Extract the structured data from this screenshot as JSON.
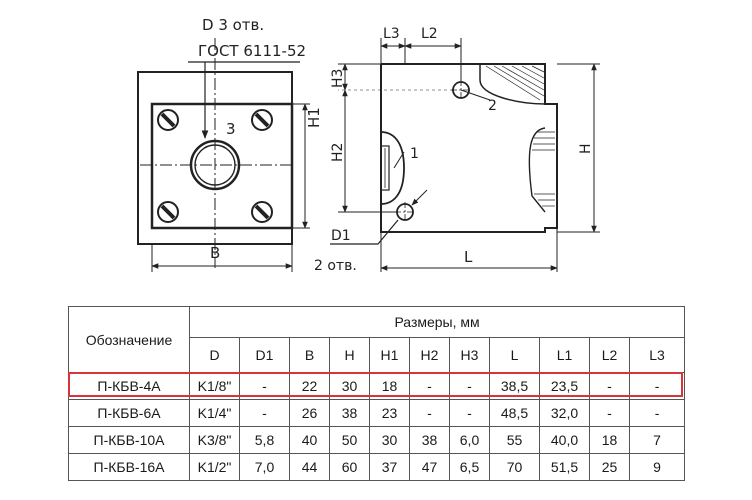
{
  "drawing": {
    "callout_holes": "D 3 отв.",
    "callout_gost": "ГОСТ 6111-52",
    "port_3": "3",
    "label_H1_left": "H1",
    "label_B": "B",
    "label_L3": "L3",
    "label_L2": "L2",
    "label_H3": "H3",
    "label_H2": "H2",
    "label_H": "H",
    "label_L": "L",
    "label_D1": "D1",
    "label_2holes": "2 отв.",
    "port_1": "1",
    "port_2": "2"
  },
  "table": {
    "designation_header": "Обозначение",
    "dimensions_header": "Размеры, мм",
    "columns": [
      "D",
      "D1",
      "B",
      "H",
      "H1",
      "H2",
      "H3",
      "L",
      "L1",
      "L2",
      "L3"
    ],
    "rows": [
      {
        "name": "П-КБВ-4А",
        "cells": [
          "K1/8\"",
          "-",
          "22",
          "30",
          "18",
          "-",
          "-",
          "38,5",
          "23,5",
          "-",
          "-"
        ]
      },
      {
        "name": "П-КБВ-6А",
        "cells": [
          "K1/4\"",
          "-",
          "26",
          "38",
          "23",
          "-",
          "-",
          "48,5",
          "32,0",
          "-",
          "-"
        ]
      },
      {
        "name": "П-КБВ-10А",
        "cells": [
          "K3/8\"",
          "5,8",
          "40",
          "50",
          "30",
          "38",
          "6,0",
          "55",
          "40,0",
          "18",
          "7"
        ]
      },
      {
        "name": "П-КБВ-16А",
        "cells": [
          "K1/2\"",
          "7,0",
          "44",
          "60",
          "37",
          "47",
          "6,5",
          "70",
          "51,5",
          "25",
          "9"
        ]
      }
    ],
    "highlighted_row": "П-КБВ-4А",
    "highlight_color": "#d9343a"
  }
}
